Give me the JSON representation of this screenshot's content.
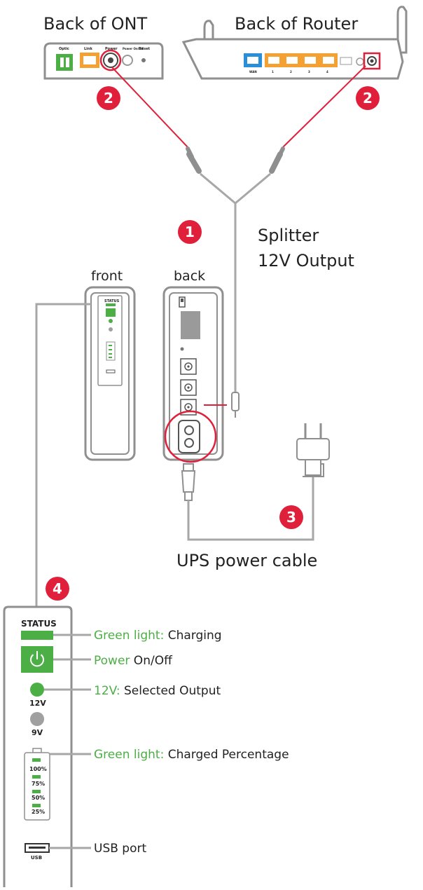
{
  "labels": {
    "back_of_ont": "Back of ONT",
    "back_of_router": "Back of Router",
    "splitter_line1": "Splitter",
    "splitter_line2": "12V Output",
    "front": "front",
    "back": "back",
    "ups_power_cable": "UPS power cable"
  },
  "ont_ports": [
    "Optic",
    "Link",
    "Power",
    "Power On/Off",
    "Reset"
  ],
  "router_ports": [
    "WAN",
    "1",
    "2",
    "3",
    "4"
  ],
  "badges": {
    "b1": "1",
    "b2_left": "2",
    "b2_right": "2",
    "b3": "3",
    "b4": "4"
  },
  "panel": {
    "status": "STATUS",
    "v12": "12V",
    "v9": "9V",
    "p100": "100%",
    "p75": "75%",
    "p50": "50%",
    "p25": "25%",
    "usb": "USB"
  },
  "callouts": [
    {
      "green": "Green light:",
      "black": " Charging"
    },
    {
      "green": "Power",
      "black": " On/Off"
    },
    {
      "green": "12V:",
      "black": " Selected Output"
    },
    {
      "green": "Green light:",
      "black": " Charged Percentage"
    },
    {
      "green": "",
      "black": "USB port"
    }
  ],
  "colors": {
    "accent_red": "#e0203a",
    "green": "#4caf45",
    "orange": "#f5a032",
    "blue": "#2a8ed8",
    "gray_line": "#a7a7a7"
  }
}
